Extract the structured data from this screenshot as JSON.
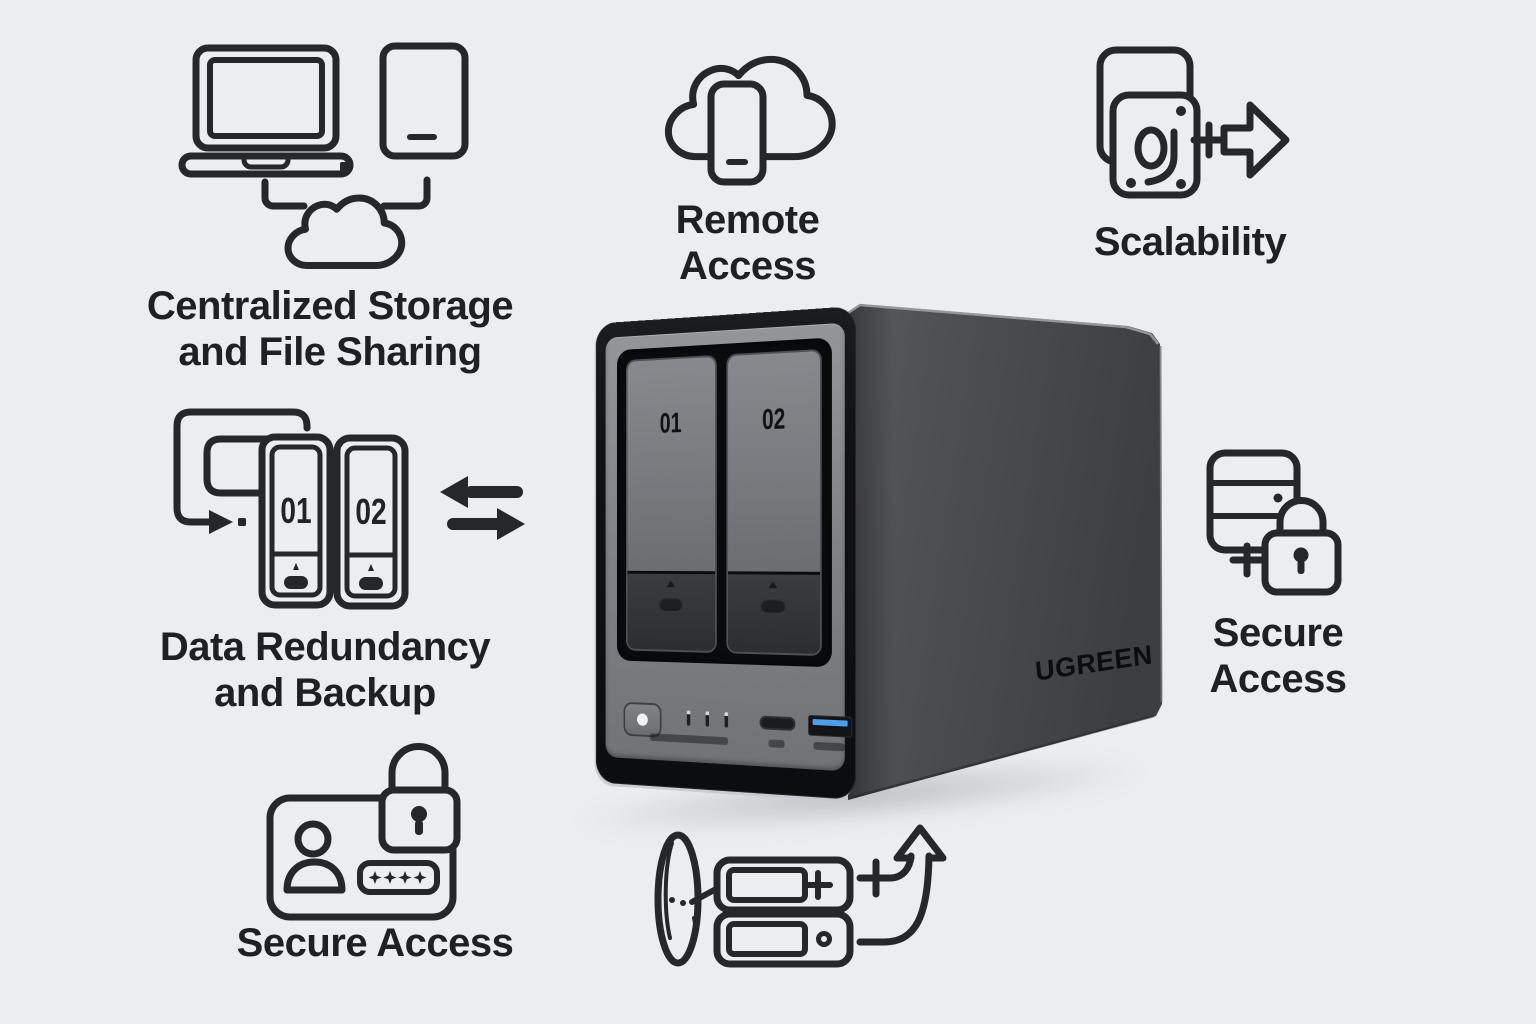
{
  "page": {
    "background": "#ecedef",
    "text_color": "#1f2023",
    "icon_color": "#26272b",
    "usb_accent": "#4da0e8"
  },
  "features": {
    "centralized_storage": {
      "icon": "devices-cloud-icon",
      "line1": "Centralized Storage",
      "line2": "and File Sharing"
    },
    "remote_access": {
      "icon": "cloud-phone-icon",
      "line1": "Remote",
      "line2": "Access"
    },
    "scalability": {
      "icon": "drive-add-arrow-icon",
      "label": "Scalability"
    },
    "data_redundancy": {
      "icon": "drive-sync-arrows-icon",
      "line1": "Data Redundancy",
      "line2": "and Backup",
      "bay1": "01",
      "bay2": "02"
    },
    "secure_access_right": {
      "icon": "server-lock-icon",
      "line1": "Secure",
      "line2": "Access"
    },
    "secure_access_bottom": {
      "icon": "id-card-lock-icon",
      "label": "Secure Access"
    },
    "expansion": {
      "icon": "fan-drives-expand-icon"
    }
  },
  "device": {
    "brand": "UGREEN",
    "bay1": "01",
    "bay2": "02"
  }
}
